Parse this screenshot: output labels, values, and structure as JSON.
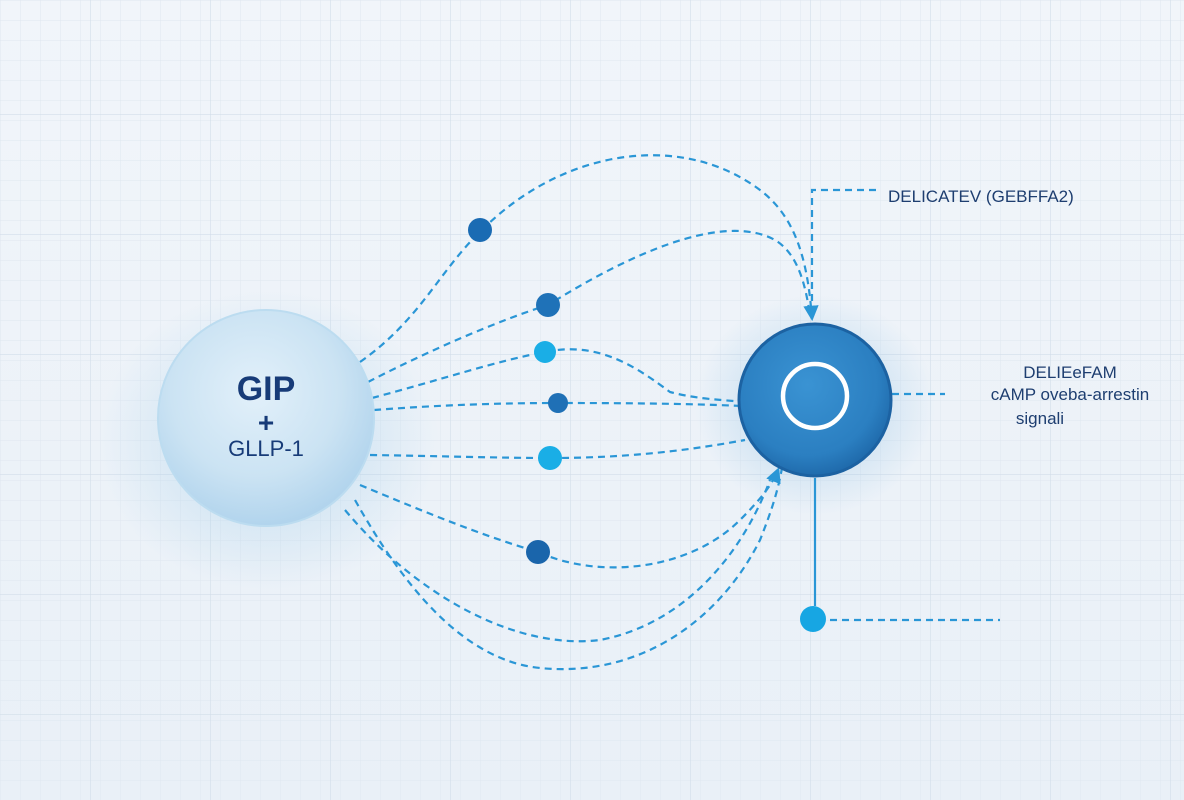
{
  "source_node": {
    "line1": "GIP",
    "line2": "+",
    "line3": "GLLP-1"
  },
  "target_label_top": "DELICATEV (GEBFFA2)",
  "target_label_side": {
    "line1": "DELIEeFAM",
    "line2": "cAMP oveba-arrestin",
    "line3": "signali"
  },
  "colors": {
    "background": "#edf2f8",
    "grid": "#dde6ef",
    "source_fill": "#cfe5f4",
    "target_fill": "#2f82c4",
    "target_ring": "#1d66a8",
    "line": "#2a96d6",
    "node_dark": "#1a6bb3",
    "node_light": "#1aaee6",
    "text_dark": "#173b78",
    "text_label": "#1e3e70"
  },
  "icons": {
    "target_center": "open-circle-icon",
    "arrow": "arrowhead-icon"
  }
}
